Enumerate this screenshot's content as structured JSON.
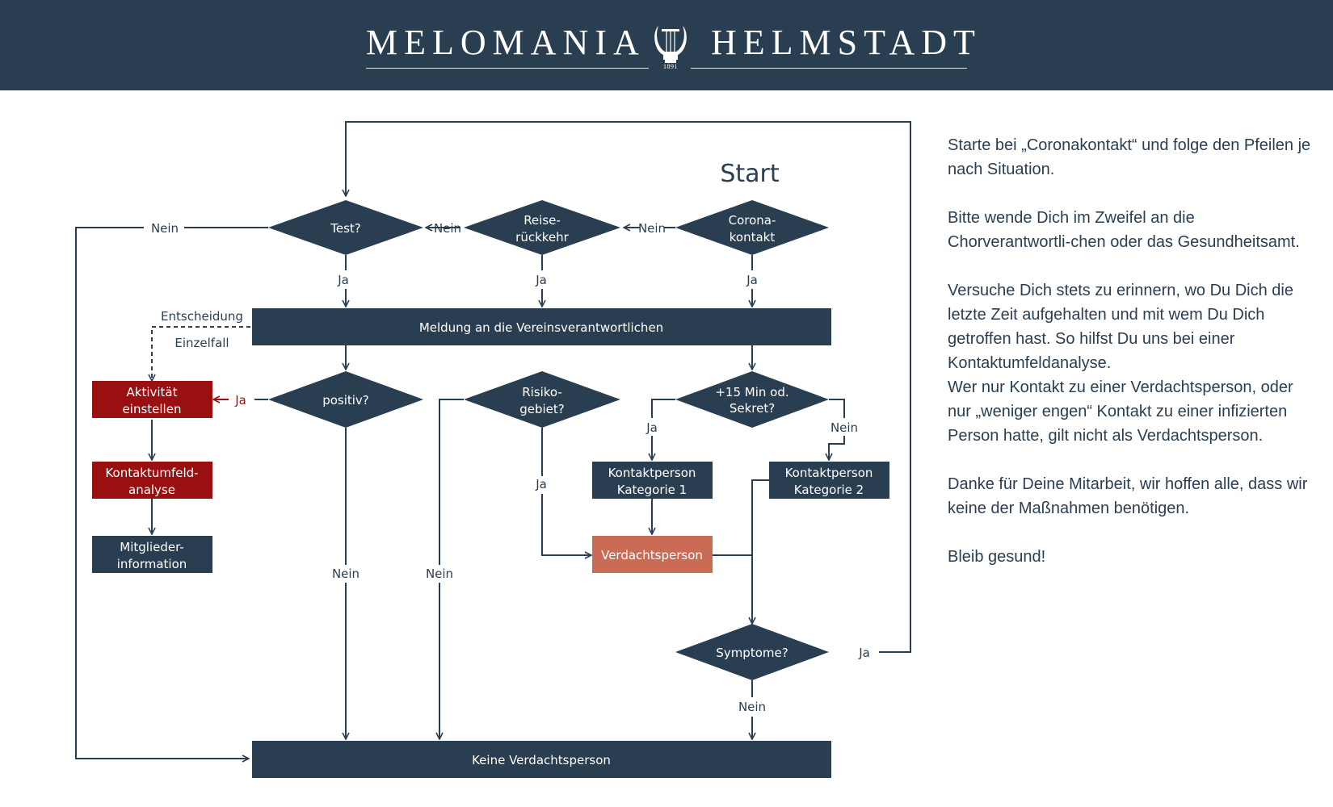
{
  "header": {
    "brand_left": "MELOMANIA",
    "brand_right": "HELMSTADT",
    "year": "1891"
  },
  "flowchart": {
    "start_label": "Start",
    "nodes": {
      "test": "Test?",
      "reise_line1": "Reise-",
      "reise_line2": "rückkehr",
      "corona_line1": "Corona-",
      "corona_line2": "kontakt",
      "meldung": "Meldung an die Vereinsverantwortlichen",
      "positiv": "positiv?",
      "risiko_line1": "Risiko-",
      "risiko_line2": "gebiet?",
      "min15_line1": "+15 Min od.",
      "min15_line2": "Sekret?",
      "aktiv_line1": "Aktivität",
      "aktiv_line2": "einstellen",
      "kontaktumfeld_line1": "Kontaktumfeld-",
      "kontaktumfeld_line2": "analyse",
      "mitglieder_line1": "Mitglieder-",
      "mitglieder_line2": "information",
      "kp1_line1": "Kontaktperson",
      "kp1_line2": "Kategorie 1",
      "kp2_line1": "Kontaktperson",
      "kp2_line2": "Kategorie 2",
      "verdacht": "Verdachtsperson",
      "symptome": "Symptome?",
      "keine": "Keine Verdachtsperson"
    },
    "labels": {
      "ja": "Ja",
      "nein": "Nein",
      "entscheidung": "Entscheidung",
      "einzelfall": "Einzelfall"
    }
  },
  "sidebar": {
    "paragraphs": [
      "Starte bei „Coronakontakt“ und folge den Pfeilen je nach Situation.",
      "Bitte wende Dich im Zweifel an die Chorverantwortli-chen oder das Gesundheitsamt.",
      "Versuche Dich stets zu erinnern, wo Du Dich die letzte Zeit aufgehalten und mit wem Du Dich getroffen hast. So hilfst Du uns bei einer Kontaktumfeldanalyse.",
      "Wer nur Kontakt zu einer Verdachtsperson, oder nur „weniger engen“ Kontakt zu einer infizierten Person hatte, gilt nicht als Verdachtsperson.",
      "Danke für Deine Mitarbeit, wir hoffen alle, dass wir keine der Maßnahmen benötigen.",
      "Bleib gesund!"
    ]
  },
  "colors": {
    "navy": "#2a3e52",
    "darkred": "#9a0f0f",
    "salmon": "#c96b55",
    "white": "#ffffff"
  }
}
